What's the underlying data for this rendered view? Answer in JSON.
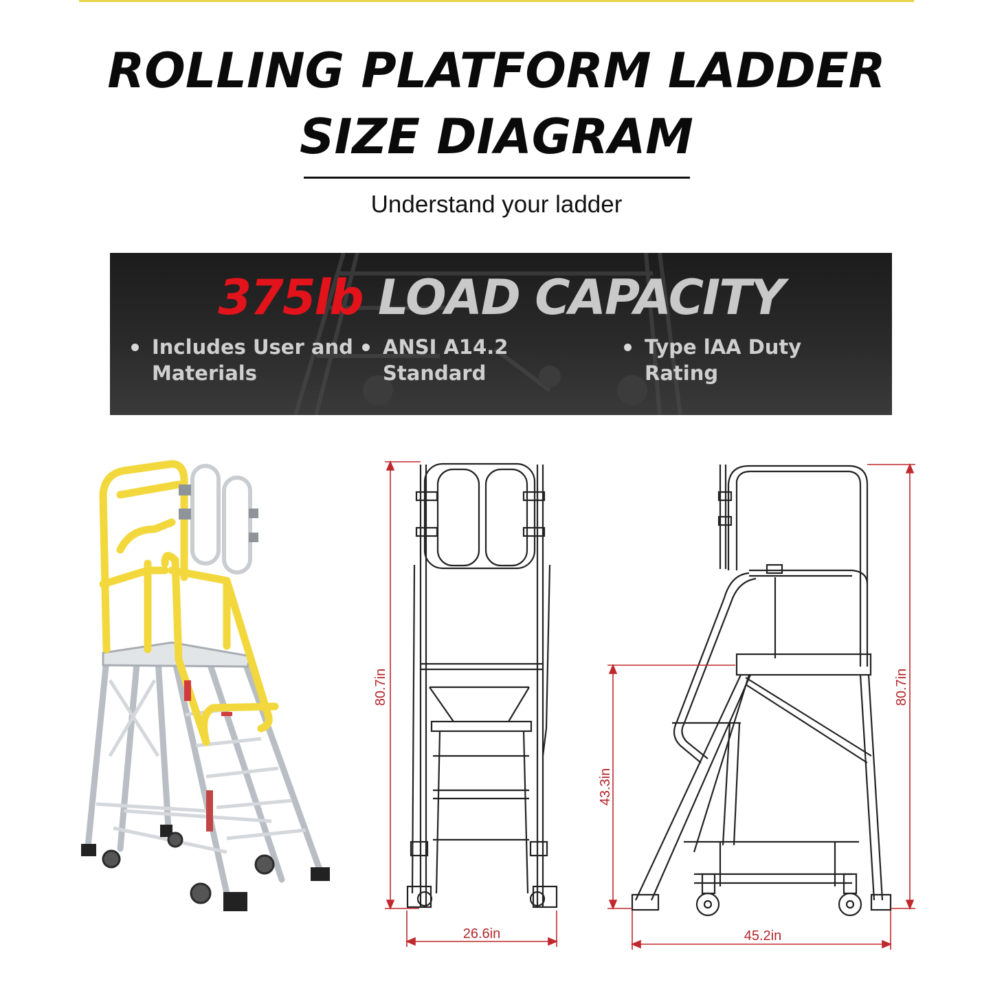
{
  "header": {
    "title_line1": "ROLLING PLATFORM LADDER",
    "title_line2": "SIZE DIAGRAM",
    "subtitle": "Understand your ladder"
  },
  "banner": {
    "capacity_value": "375lb",
    "capacity_label": "LOAD CAPACITY",
    "bullets": [
      "Includes User and Materials",
      "ANSI A14.2 Standard",
      "Type lAA Duty Rating"
    ]
  },
  "dimensions": {
    "front_height": "80.7in",
    "front_width": "26.6in",
    "side_height": "80.7in",
    "platform_height": "43.3in",
    "side_depth": "45.2in"
  },
  "colors": {
    "title": "#0a0a0a",
    "accent_red": "#e3131b",
    "banner_bg": "#262626",
    "rail_yellow": "#f2d83c",
    "dimension_line": "#c0282d",
    "frame_silver": "#c9cdd2"
  }
}
